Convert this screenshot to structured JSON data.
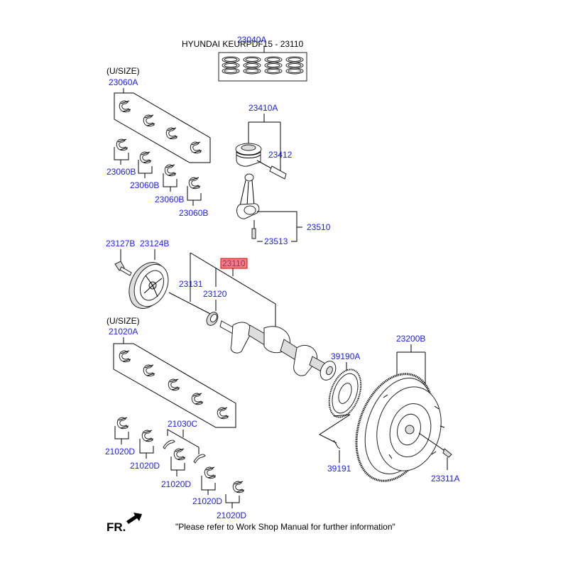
{
  "header": {
    "title": "HYUNDAI KEURPDF15 - 23110"
  },
  "notes": {
    "usize_top": "(U/SIZE)",
    "usize_bottom": "(U/SIZE)",
    "front_marker": "FR.",
    "footer": "\"Please refer to Work Shop Manual for further information\""
  },
  "colors": {
    "label": "#1a1aff",
    "highlight_fill": "#f27f87",
    "highlight_border": "#e00000"
  },
  "parts": {
    "ring_set": "23040A",
    "upper_bearing_set": "23060A",
    "upper_bearing": [
      "23060B",
      "23060B",
      "23060B",
      "23060B"
    ],
    "piston_assy": "23410A",
    "piston_pin": "23412",
    "connecting_rod": "23510",
    "rod_bolt": "23513",
    "pulley_bolt": "23127B",
    "pulley": "23124B",
    "crankshaft": "23110",
    "key": "23131",
    "sprocket": "23120",
    "lower_bearing_set": "21020A",
    "thrust_washer": "21030C",
    "lower_bearing": [
      "21020D",
      "21020D",
      "21020D",
      "21020D",
      "21020D"
    ],
    "ring_gear_plate": "39190A",
    "ring_gear_bolt": "39191",
    "flywheel": "23200B",
    "flywheel_bolt": "23311A"
  },
  "highlighted_part": "23110"
}
